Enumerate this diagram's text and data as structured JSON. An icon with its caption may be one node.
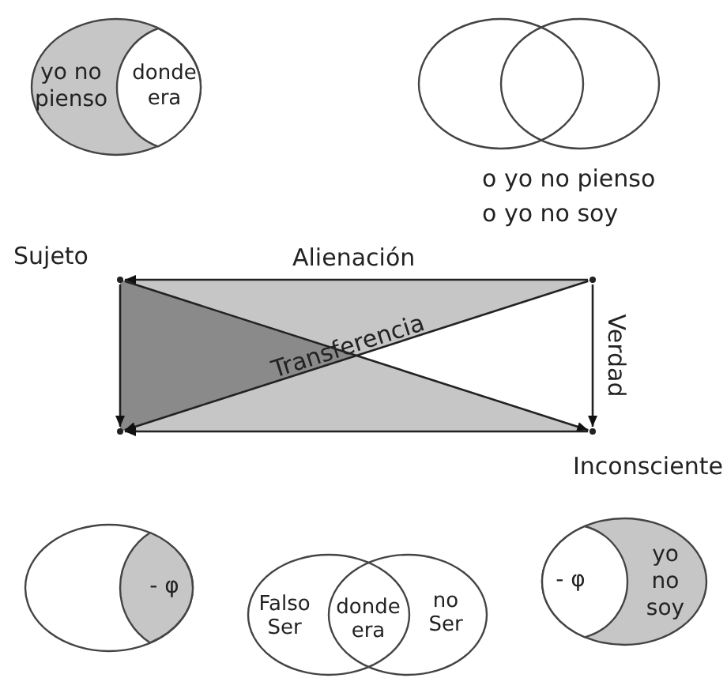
{
  "diagram": {
    "nodes": [
      {
        "text": [
          "yo no pienso"
        ]
      },
      {
        "text": [
          "donde era"
        ],
        "in": 0
      },
      {
        "text": [],
        "shape": "circle"
      },
      {
        "text": [],
        "shape": "circle"
      },
      {
        "text": [],
        "shape": "point",
        "beside": [
          "Sujeto"
        ]
      },
      {
        "text": [],
        "shape": "point"
      },
      {
        "text": [],
        "shape": "point"
      },
      {
        "text": [],
        "shape": "point",
        "beside": [
          "Inconsciente"
        ]
      },
      {
        "text": [],
        "shape": "ellipse"
      },
      {
        "text": [
          "- φ"
        ],
        "in": 8
      },
      {
        "text": [
          "Falso Ser"
        ]
      },
      {
        "text": [
          "donde era"
        ]
      },
      {
        "text": [
          "no Ser"
        ]
      },
      {
        "text": [
          "yo no soy"
        ]
      },
      {
        "text": [
          "- φ"
        ],
        "in": 13
      }
    ],
    "edges": [
      {
        "from": 5,
        "to": 4,
        "arrow": "to",
        "label": "Alienación"
      },
      {
        "from": 5,
        "to": 6,
        "arrow": "to",
        "label": "Transferencia"
      },
      {
        "from": 4,
        "to": 6,
        "arrow": "to"
      },
      {
        "from": 4,
        "to": 7,
        "arrow": "to"
      },
      {
        "from": 5,
        "to": 7,
        "arrow": "to",
        "label": "Verdad"
      },
      {
        "from": 7,
        "to": 6,
        "arrow": "to"
      }
    ],
    "labels": [
      "o yo no pienso",
      "o yo no soy"
    ]
  }
}
